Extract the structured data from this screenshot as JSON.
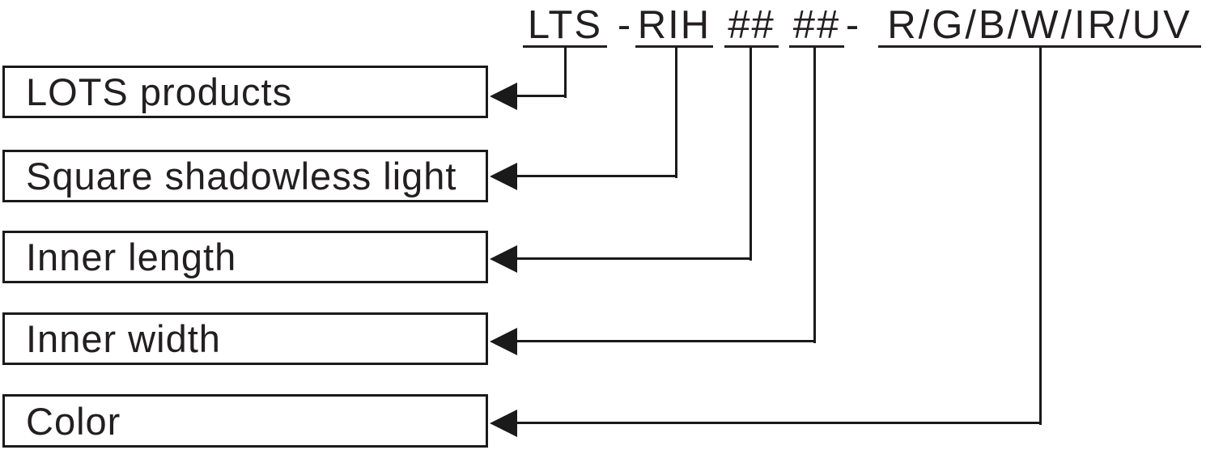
{
  "colors": {
    "ink": "#231f20",
    "line": "#1a1a1a",
    "background": "#ffffff"
  },
  "code": {
    "full": "LTS -RIH ## ## - R/G/B/W/IR/UV",
    "segments": [
      {
        "text": "LTS",
        "underlined": true
      },
      {
        "text": "-",
        "underlined": false
      },
      {
        "text": "RIH",
        "underlined": true
      },
      {
        "text": "##",
        "underlined": true
      },
      {
        "text": "##",
        "underlined": true
      },
      {
        "text": "-",
        "underlined": false
      },
      {
        "text": "R/G/B/W/IR/UV",
        "underlined": true
      }
    ]
  },
  "legend": [
    {
      "segment": "LTS",
      "meaning": "LOTS products"
    },
    {
      "segment": "RIH",
      "meaning": "Square shadowless light"
    },
    {
      "segment": "##",
      "meaning": "Inner length"
    },
    {
      "segment": "##",
      "meaning": "Inner width"
    },
    {
      "segment": "R/G/B/W/IR/UV",
      "meaning": "Color"
    }
  ]
}
